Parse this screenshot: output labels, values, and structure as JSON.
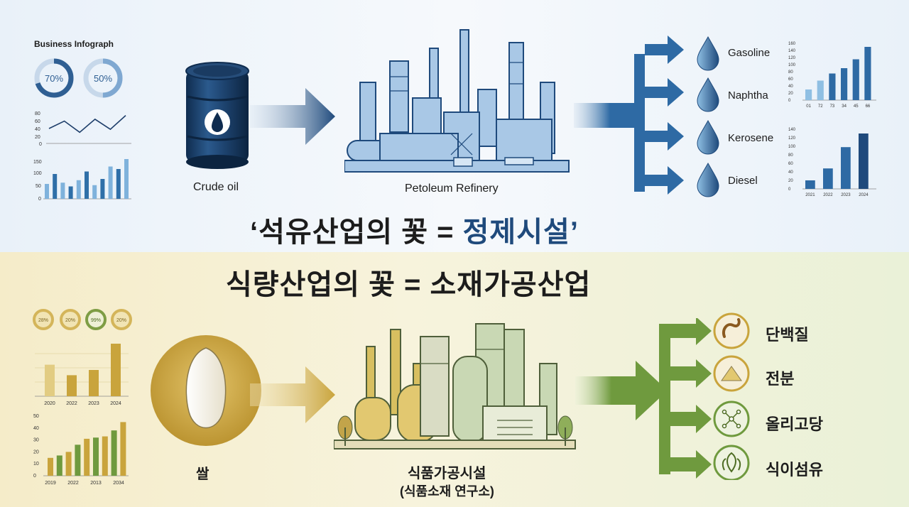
{
  "top": {
    "infographic_label": "Business Infograph",
    "donuts": [
      {
        "label": "70%",
        "value": 0.7
      },
      {
        "label": "50%",
        "value": 0.5
      }
    ],
    "line_chart": {
      "ticks": [
        "80",
        "60",
        "40",
        "20",
        "0"
      ],
      "values": [
        40,
        60,
        30,
        65,
        38,
        75
      ]
    },
    "bar_chart": {
      "ticks": [
        "150",
        "100",
        "50",
        "0"
      ],
      "values": [
        60,
        100,
        65,
        50,
        75,
        110,
        55,
        80,
        130,
        120,
        160
      ]
    },
    "source_label": "Crude oil",
    "refinery_label": "Petoleum Refinery",
    "products": [
      "Gasoline",
      "Naphtha",
      "Kerosene",
      "Diesel"
    ],
    "right_chart1": {
      "ticks": [
        "160",
        "140",
        "120",
        "100",
        "80",
        "60",
        "40",
        "20",
        "0"
      ],
      "categories": [
        "01",
        "72",
        "73",
        "34",
        "45",
        "66"
      ],
      "values": [
        30,
        55,
        75,
        90,
        115,
        150
      ]
    },
    "right_chart2": {
      "ticks": [
        "140",
        "120",
        "100",
        "80",
        "60",
        "40",
        "20",
        "0"
      ],
      "categories": [
        "2021",
        "2022",
        "2023",
        "2024"
      ],
      "values": [
        20,
        48,
        98,
        130
      ]
    },
    "headline_part1": "‘석유산업의 꽃 = ",
    "headline_part2": "정제시설’"
  },
  "bottom": {
    "headline": "식량산업의 꽃 = 소재가공산업",
    "donuts": [
      {
        "label": "28%",
        "value": 0.28
      },
      {
        "label": "20%",
        "value": 0.2
      },
      {
        "label": "99%",
        "value": 0.99
      },
      {
        "label": "20%",
        "value": 0.2
      }
    ],
    "bar_chart1": {
      "categories": [
        "2020",
        "2022",
        "2023",
        "2024"
      ],
      "values": [
        60,
        40,
        50,
        100
      ]
    },
    "bar_chart2": {
      "ticks": [
        "50",
        "40",
        "30",
        "20",
        "10",
        "0"
      ],
      "categories": [
        "2019",
        "2022",
        "2013",
        "2034"
      ],
      "values": [
        15,
        17,
        20,
        26,
        31,
        32,
        33,
        38,
        45
      ]
    },
    "source_label": "쌀",
    "facility_label": "식품가공시설",
    "facility_sub": "(식품소재 연구소)",
    "products": [
      "단백질",
      "전분",
      "올리고당",
      "식이섬유"
    ]
  },
  "colors": {
    "oil_blue": "#1f4a7c",
    "mid_blue": "#3a7fb6",
    "gold": "#c9a43c",
    "green": "#6f9a3e"
  }
}
